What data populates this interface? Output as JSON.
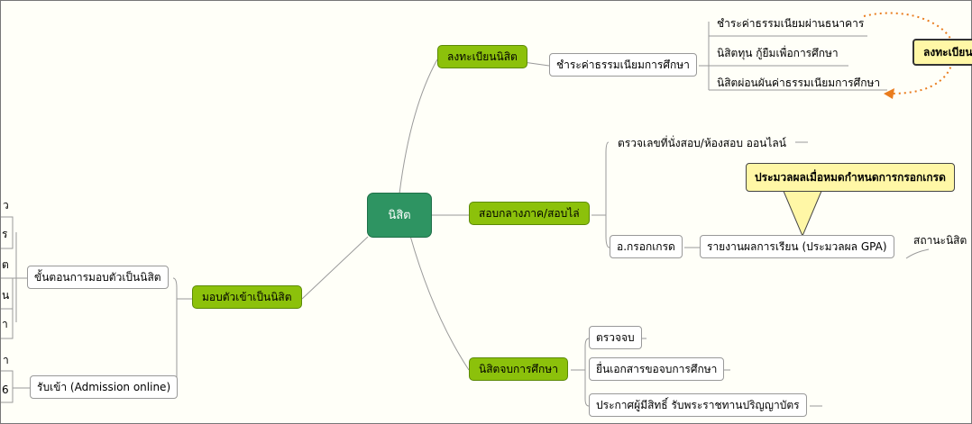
{
  "center": "นิสิต",
  "branches": {
    "register": "ลงทะเบียนนิสิต",
    "exam": "สอบกลางภาค/สอบไล่",
    "graduate": "นิสิตจบการศึกษา",
    "enroll": "มอบตัวเข้าเป็นนิสิต"
  },
  "register_sub": {
    "fee": "ชำระค่าธรรมเนียมการศึกษา",
    "fee_bank": "ชำระค่าธรรมเนียมผ่านธนาคาร",
    "loan": "นิสิตทุน กู้ยืมเพื่อการศึกษา",
    "deferral": "นิสิตผ่อนผันค่าธรรมเนียมการศึกษา"
  },
  "callout_register": "ลงทะเบียน",
  "exam_sub": {
    "seat_check": "ตรวจเลขที่นั่งสอบ/ห้องสอบ ออนไลน์",
    "grade_entry": "อ.กรอกเกรด",
    "report": "รายงานผลการเรียน (ประมวลผล GPA)",
    "status": "สถานะนิสิต"
  },
  "callout_process": "ประมวลผลเมื่อหมดกำหนดการกรอกเกรด",
  "graduate_sub": {
    "check": "ตรวจจบ",
    "submit_docs": "ยื่นเอกสารขอจบการศึกษา",
    "announce": "ประกาศผู้มีสิทธิ์ รับพระราชทานปริญญาบัตร"
  },
  "enroll_sub": {
    "steps": "ขั้นตอนการมอบตัวเป็นนิสิต",
    "admission": "รับเข้า (Admission online)"
  },
  "left_edge": {
    "a": "ว",
    "b": "ร",
    "c": "ต",
    "d": "น",
    "e": "า",
    "f": "า",
    "g": "6"
  }
}
